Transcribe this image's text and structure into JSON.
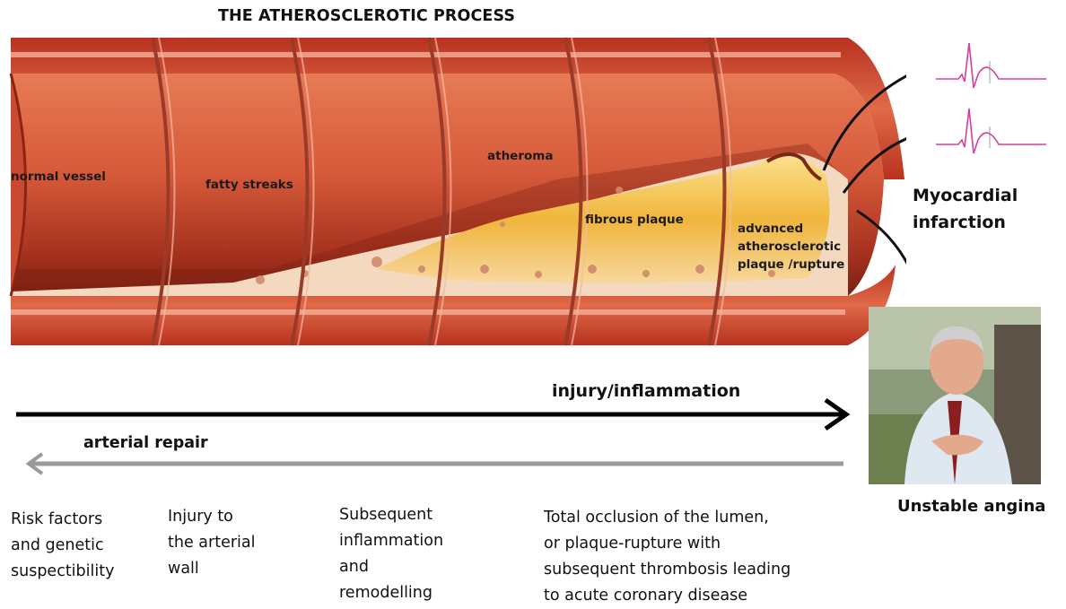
{
  "title": "THE ATHEROSCLEROTIC PROCESS",
  "stages": {
    "normal": "normal vessel",
    "fatty": "fatty streaks",
    "atheroma": "atheroma",
    "fibrous": "fibrous plaque",
    "advanced_lines": [
      "advanced",
      "atherosclerotic",
      "plaque /rupture"
    ]
  },
  "outcomes": {
    "mi_lines": [
      "Myocardial",
      "infarction"
    ],
    "unstable_angina": "Unstable angina"
  },
  "arrows": {
    "forward": "injury/inflammation",
    "backward": "arterial repair"
  },
  "steps": [
    [
      "Risk factors",
      "and genetic",
      "suspectibility"
    ],
    [
      "Injury to",
      "the arterial",
      "wall"
    ],
    [
      "Subsequent",
      "inflammation",
      "and",
      "remodelling"
    ],
    [
      "Total occlusion of the lumen,",
      "or plaque-rupture with",
      "subsequent thrombosis leading",
      "to acute coronary disease"
    ]
  ],
  "colors": {
    "vessel_outer": "#c9412c",
    "vessel_inner": "#e0704e",
    "plaque": "#f3c24a",
    "ecg": "#d6409a",
    "repair_arrow": "#9a9a9a"
  },
  "icons": {
    "patient_photo": "man-clutching-chest-photo"
  }
}
